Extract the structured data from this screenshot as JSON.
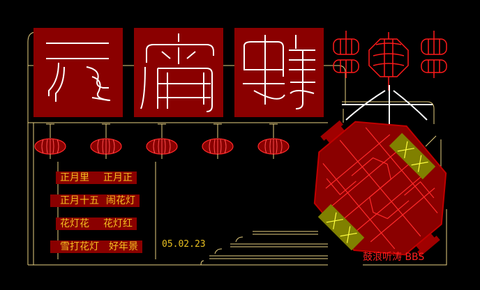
{
  "poem": {
    "lines": [
      [
        "正月里",
        "正月正"
      ],
      [
        "正月十五",
        "闹花灯"
      ],
      [
        "花灯花",
        "花灯红"
      ],
      [
        "雪打花灯",
        "好年景"
      ]
    ]
  },
  "date": "05.02.23",
  "signature": "鼓浪听涛 BBS",
  "colors": {
    "background": "#000000",
    "panel_red": "#8a0000",
    "line_white": "#ffffff",
    "frame_yellow": "#e8d080",
    "lantern_red": "#ff1a1a",
    "text_yellow": "#f4c020",
    "olive": "#808000"
  },
  "icons": [
    "title-glyph-yuan",
    "title-glyph-xiao",
    "title-glyph-jie",
    "hanging-lantern-icon",
    "big-lantern-icon",
    "firecracker-icon"
  ]
}
